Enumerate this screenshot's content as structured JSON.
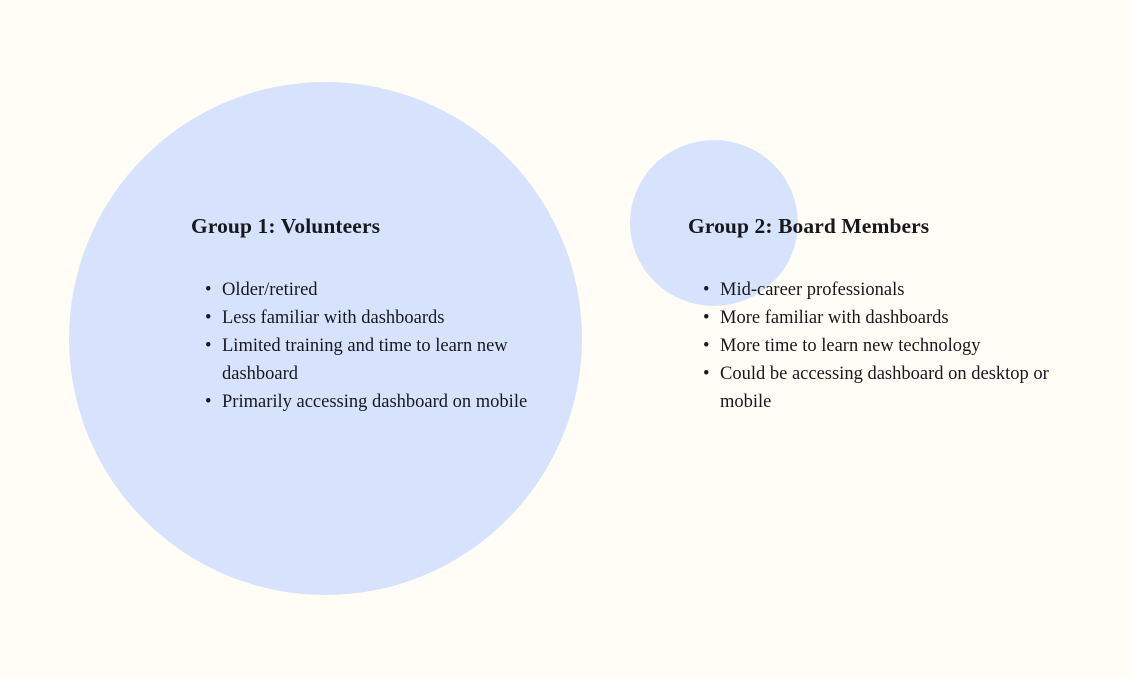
{
  "slide": {
    "background_color": "#FFFDF5",
    "circle_color": "#D7E3FD",
    "text_color": "#16181D",
    "bullet_glyph": "•"
  },
  "groups": [
    {
      "id": "group-1",
      "title": "Group 1: Volunteers",
      "bullets": [
        "Older/retired",
        "Less familiar with dashboards",
        "Limited training and time to learn new dashboard",
        "Primarily accessing dashboard on mobile"
      ]
    },
    {
      "id": "group-2",
      "title": "Group 2: Board Members",
      "bullets": [
        "Mid-career professionals",
        "More familiar with dashboards",
        "More time to learn new technology",
        "Could be accessing dashboard on desktop or mobile"
      ]
    }
  ]
}
